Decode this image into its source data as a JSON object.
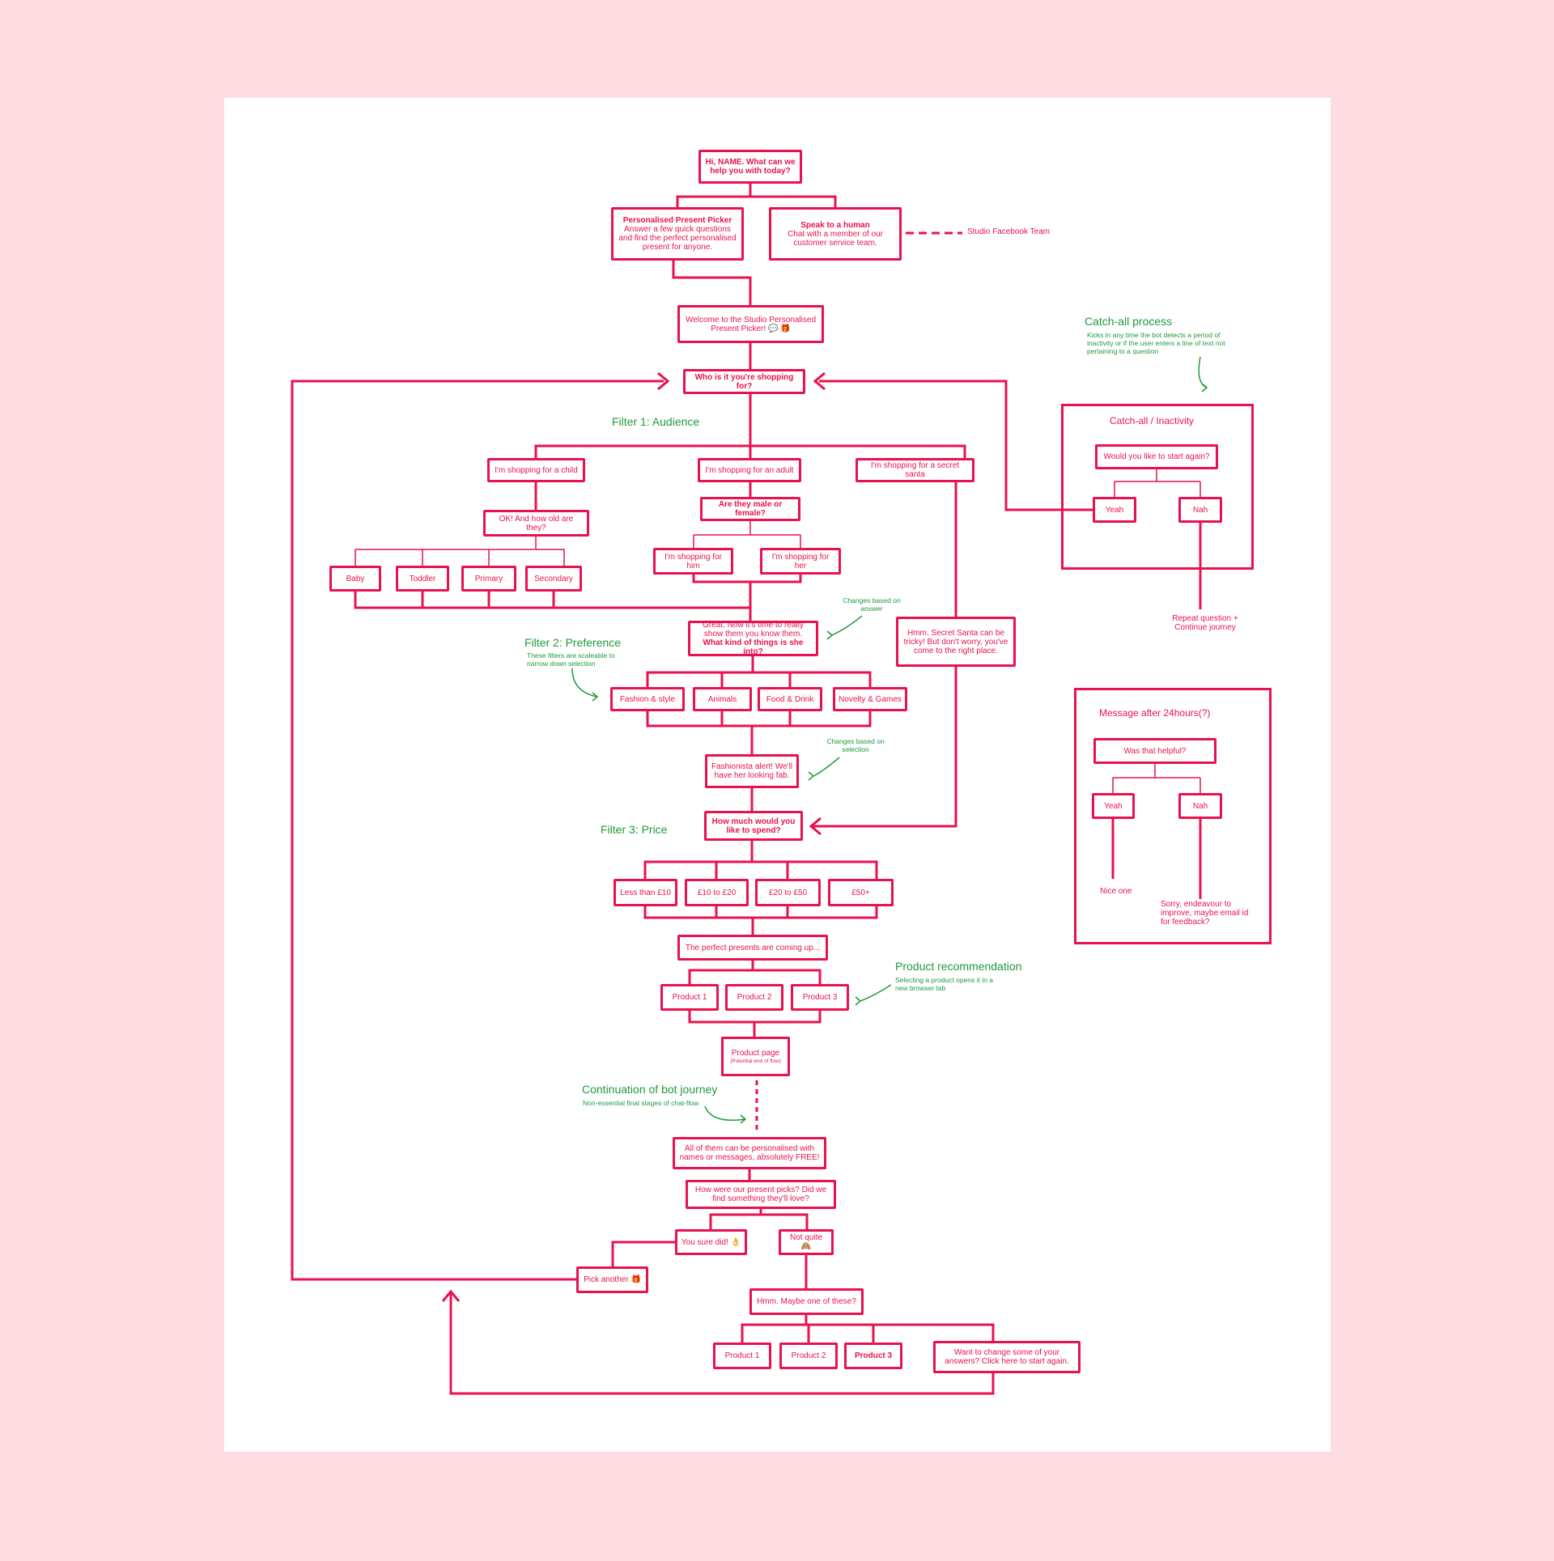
{
  "colors": {
    "background": "#ffdce2",
    "sheet": "#ffffff",
    "flow": "#e8124f",
    "annotation": "#1f9a3c"
  },
  "nodes": {
    "greeting": "Hi, NAME. What can we help you with today?",
    "picker_title": "Personalised Present Picker",
    "picker_desc": "Answer a few quick questions and find the perfect personalised present for anyone.",
    "human_title": "Speak to a human",
    "human_desc": "Chat with a member of our customer service team.",
    "studio_fb": "Studio Facebook Team",
    "welcome": "Welcome to the Studio Personalised Present Picker! 💬 🎁",
    "who": "Who is it you're shopping for?",
    "child": "I'm shopping for a child",
    "adult": "I'm shopping for an adult",
    "santa": "I'm shopping for a secret santa",
    "how_old": "OK! And how old are they?",
    "male_female": "Are they male or female?",
    "baby": "Baby",
    "toddler": "Toddler",
    "primary": "Primary",
    "secondary": "Secondary",
    "him": "I'm shopping for him",
    "her": "I'm shopping for her",
    "great_1": "Great. Now it's time to really show them you know them.",
    "great_2": "What kind of things is she into?",
    "hmm_santa": "Hmm. Secret Santa can be tricky! But don't worry, you've come to the right place.",
    "fashion": "Fashion & style",
    "animals": "Animals",
    "food": "Food & Drink",
    "novelty": "Novelty & Games",
    "fashionista": "Fashionista alert! We'll have her looking fab.",
    "how_much": "How much would you like to spend?",
    "p1": "Less than £10",
    "p2": "£10 to £20",
    "p3": "£20 to £50",
    "p4": "£50+",
    "perfect": "The perfect presents are coming up...",
    "product1": "Product 1",
    "product2": "Product 2",
    "product3": "Product 3",
    "product_page": "Product page",
    "product_page_sub": "(Potential end of flow)",
    "personalised": "All of them can be personalised with names or messages, absolutely FREE!",
    "how_were": "How were our present picks? Did we find something they'll love?",
    "sure_did": "You sure did! 👌",
    "not_quite": "Not quite 🙈",
    "pick_another": "Pick another 🎁",
    "maybe": "Hmm. Maybe one of these?",
    "b_product1": "Product 1",
    "b_product2": "Product 2",
    "b_product3": "Product 3",
    "change": "Want to change some of your answers? Click here to start again."
  },
  "catchall": {
    "title": "Catch-all / Inactivity",
    "question": "Would you like to start again?",
    "yeah": "Yeah",
    "nah": "Nah",
    "repeat": "Repeat question + Continue journey"
  },
  "message24": {
    "title": "Message after 24hours(?)",
    "question": "Was that helpful?",
    "yeah": "Yeah",
    "nah": "Nah",
    "nice": "Nice one",
    "sorry": "Sorry, endeavour to improve, maybe email id for feedback?"
  },
  "annotations": {
    "catchall_title": "Catch-all process",
    "catchall_note": "Kicks in any time the bot detects a period of inactivity or if the user enters a line of text not pertaining to a question",
    "filter1": "Filter 1: Audience",
    "filter2": "Filter 2: Preference",
    "filter2_note": "These filters are scaleable to narrow down selection",
    "changes_answer": "Changes based on answer",
    "changes_selection": "Changes based on selection",
    "filter3": "Filter 3: Price",
    "product_rec": "Product recommendation",
    "product_rec_note": "Selecting a product opens it in a new browser tab",
    "continuation": "Continuation of bot journey",
    "continuation_note": "Non-essential final stages of chat-flow"
  }
}
